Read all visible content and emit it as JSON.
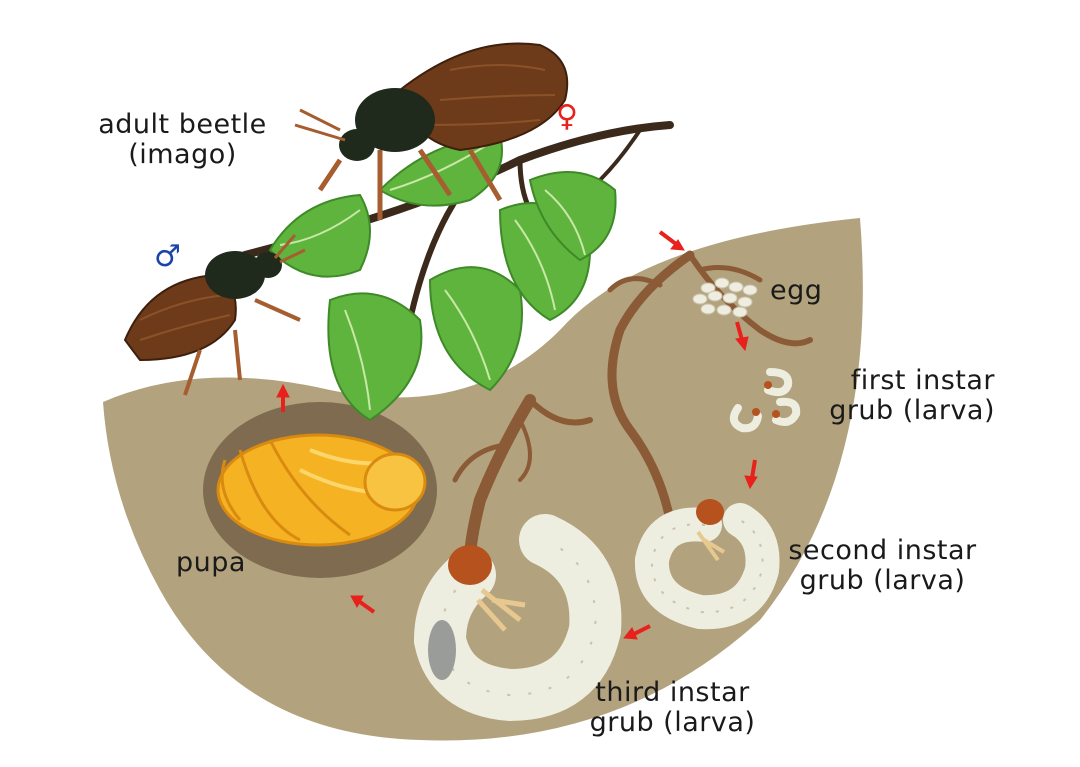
{
  "labels": {
    "adult_line1": "adult beetle",
    "adult_line2": "(imago)",
    "egg": "egg",
    "first_line1": "first instar",
    "first_line2": "grub (larva)",
    "second_line1": "second instar",
    "second_line2": "grub (larva)",
    "third_line1": "third instar",
    "third_line2": "grub (larva)",
    "pupa": "pupa"
  },
  "symbols": {
    "female": "♀",
    "male": "♂"
  },
  "colors": {
    "soil": "#b3a27e",
    "pupa_cell": "#7f6b50",
    "pupa": "#f5b324",
    "grub": "#eeeee0",
    "grub_head": "#b6521d",
    "beetle_body": "#6e3b1a",
    "beetle_head": "#1f2a1c",
    "leaf": "#5fb43d",
    "root": "#8a5b36",
    "arrow": "#e8211c",
    "female_symbol": "#e8211c",
    "male_symbol": "#1a44a8"
  }
}
